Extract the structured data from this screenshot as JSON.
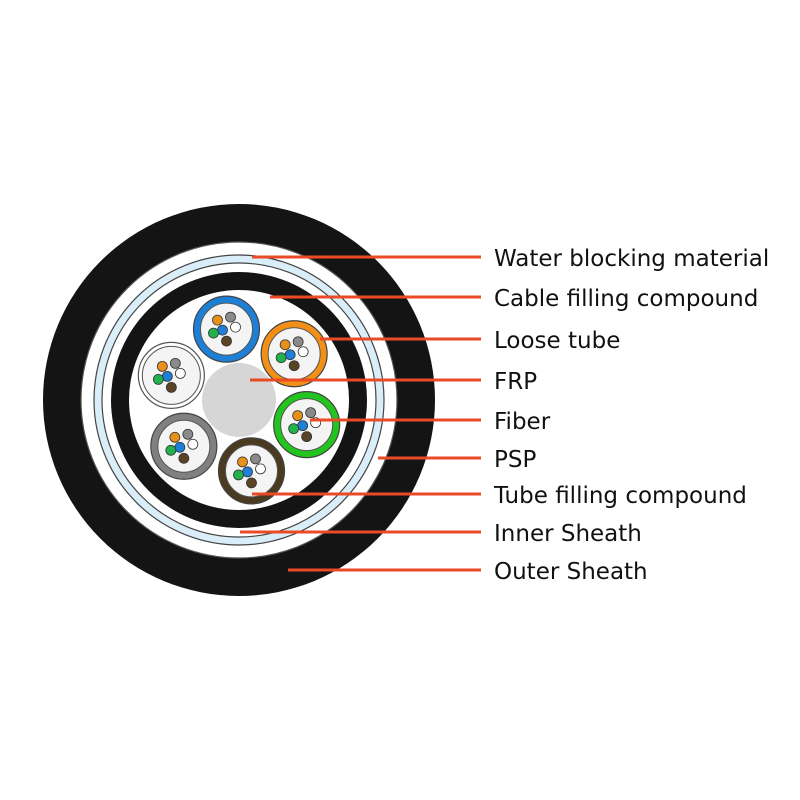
{
  "colors": {
    "outer_sheath": "#141414",
    "inner_sheath": "#141414",
    "psp_ring": "#ffffff",
    "water_blocking": "#d9eef8",
    "core_background": "#ffffff",
    "frp": "#d6d6d6",
    "leader_line": "#ea4a25"
  },
  "tubes": [
    {
      "name": "blue-loose-tube",
      "color": "#1e7fd6"
    },
    {
      "name": "orange-loose-tube",
      "color": "#f28f17"
    },
    {
      "name": "green-loose-tube",
      "color": "#22c41e"
    },
    {
      "name": "brown-loose-tube",
      "color": "#4a3a20"
    },
    {
      "name": "gray-loose-tube",
      "color": "#808080"
    },
    {
      "name": "white-loose-tube",
      "color": "#ffffff"
    }
  ],
  "fiber_colors": [
    "#e8901a",
    "#8a8a8a",
    "#1e7fd6",
    "#22b14c",
    "#ffffff",
    "#5a4326"
  ],
  "labels": [
    {
      "id": "water-blocking",
      "text": "Water blocking material"
    },
    {
      "id": "cable-filling",
      "text": "Cable filling compound"
    },
    {
      "id": "loose-tube",
      "text": "Loose tube"
    },
    {
      "id": "frp",
      "text": "FRP"
    },
    {
      "id": "fiber",
      "text": "Fiber"
    },
    {
      "id": "psp",
      "text": "PSP"
    },
    {
      "id": "tube-filling",
      "text": "Tube filling compound"
    },
    {
      "id": "inner-sheath",
      "text": "Inner Sheath"
    },
    {
      "id": "outer-sheath",
      "text": "Outer Sheath"
    }
  ]
}
